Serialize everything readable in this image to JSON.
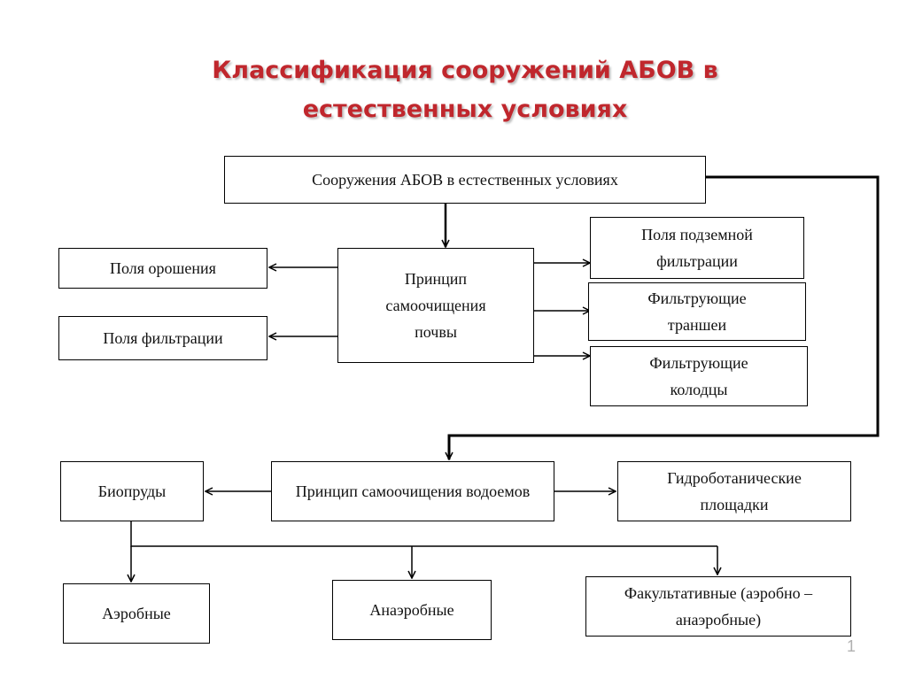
{
  "title": "Классификация сооружений АБОВ в естественных условиях",
  "boxes": {
    "root": "Сооружения АБОВ в естественных условиях",
    "soil_principle": "Принцип самоочищения почвы",
    "irrigation_fields": "Поля орошения",
    "filtration_fields": "Поля фильтрации",
    "underground_filtration": "Поля подземной фильтрации",
    "filter_trenches": "Фильтрующие траншеи",
    "filter_wells": "Фильтрующие колодцы",
    "water_principle": "Принцип самоочищения водоемов",
    "bioponds": "Биопруды",
    "hydrobotanical": "Гидроботанические площадки",
    "aerobic": "Аэробные",
    "anaerobic": "Анаэробные",
    "facultative": "Факультативные (аэробно – анаэробные)"
  },
  "page_number": "1"
}
